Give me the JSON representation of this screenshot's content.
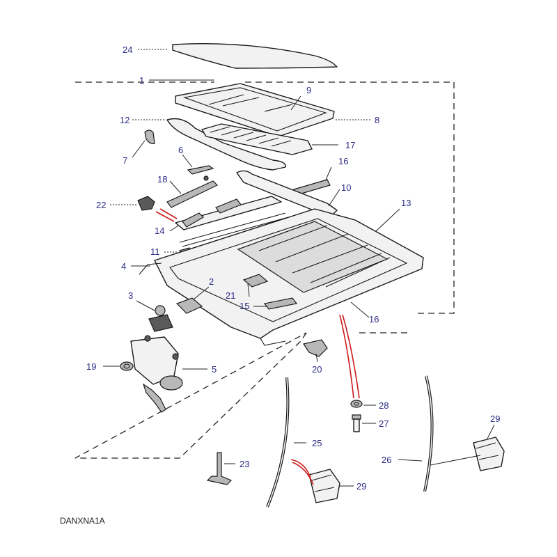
{
  "diagram": {
    "reference_code": "DANXNA1A",
    "callouts": {
      "c1": "1",
      "c2": "2",
      "c3": "3",
      "c4": "4",
      "c5": "5",
      "c6": "6",
      "c7": "7",
      "c8": "8",
      "c9": "9",
      "c10": "10",
      "c11": "11",
      "c12": "12",
      "c13": "13",
      "c14": "14",
      "c15": "15",
      "c16a": "16",
      "c16b": "16",
      "c17": "17",
      "c18": "18",
      "c19": "19",
      "c20": "20",
      "c21": "21",
      "c22": "22",
      "c23": "23",
      "c24": "24",
      "c25": "25",
      "c26": "26",
      "c27": "27",
      "c28": "28",
      "c29a": "29",
      "c29b": "29"
    },
    "colors": {
      "callout_text": "#2b2b86",
      "highlight_leader": "#cc1a1a",
      "line": "#1a1a1a"
    }
  }
}
